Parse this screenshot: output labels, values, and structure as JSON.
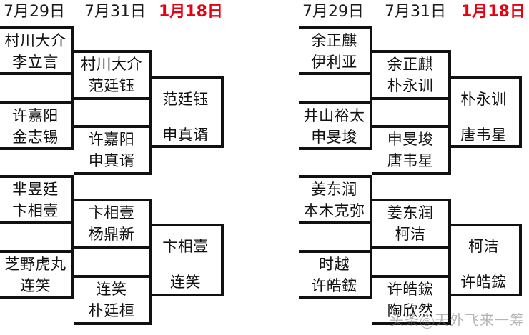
{
  "headers": {
    "left": [
      {
        "label": "7月29日",
        "final": false
      },
      {
        "label": "7月31日",
        "final": false
      },
      {
        "label": "1月18日",
        "final": true
      }
    ],
    "right": [
      {
        "label": "7月29日",
        "final": false
      },
      {
        "label": "7月31日",
        "final": false
      },
      {
        "label": "1月18日",
        "final": true
      }
    ]
  },
  "accent_color": "#e60012",
  "line_color": "#111111",
  "left_bracket": {
    "round1": [
      {
        "p1": "村川大介",
        "p2": "李立言"
      },
      {
        "p1": "许嘉阳",
        "p2": "金志锡"
      },
      {
        "p1": "芈昱廷",
        "p2": "卞相壹"
      },
      {
        "p1": "芝野虎丸",
        "p2": "连笑"
      }
    ],
    "round2": [
      {
        "p1": "村川大介",
        "p2": "范廷钰"
      },
      {
        "p1": "许嘉阳",
        "p2": "申真谞"
      },
      {
        "p1": "卞相壹",
        "p2": "杨鼎新"
      },
      {
        "p1": "连笑",
        "p2": "朴廷桓"
      }
    ],
    "round3": [
      {
        "p1": "范廷钰",
        "p2": "申真谞"
      },
      {
        "p1": "卞相壹",
        "p2": "连笑"
      }
    ]
  },
  "right_bracket": {
    "round1": [
      {
        "p1": "余正麒",
        "p2": "伊利亚"
      },
      {
        "p1": "井山裕太",
        "p2": "申旻埈"
      },
      {
        "p1": "姜东润",
        "p2": "本木克弥"
      },
      {
        "p1": "时越",
        "p2": "许皓鋐"
      }
    ],
    "round2": [
      {
        "p1": "余正麒",
        "p2": "朴永训"
      },
      {
        "p1": "申旻埈",
        "p2": "唐韦星"
      },
      {
        "p1": "姜东润",
        "p2": "柯洁"
      },
      {
        "p1": "许皓鋐",
        "p2": "陶欣然"
      }
    ],
    "round3": [
      {
        "p1": "朴永训",
        "p2": "唐韦星"
      },
      {
        "p1": "柯洁",
        "p2": "许皓鋐"
      }
    ]
  },
  "watermark": {
    "prefix": "头条",
    "at": "@",
    "name": "天外飞来一筹"
  }
}
